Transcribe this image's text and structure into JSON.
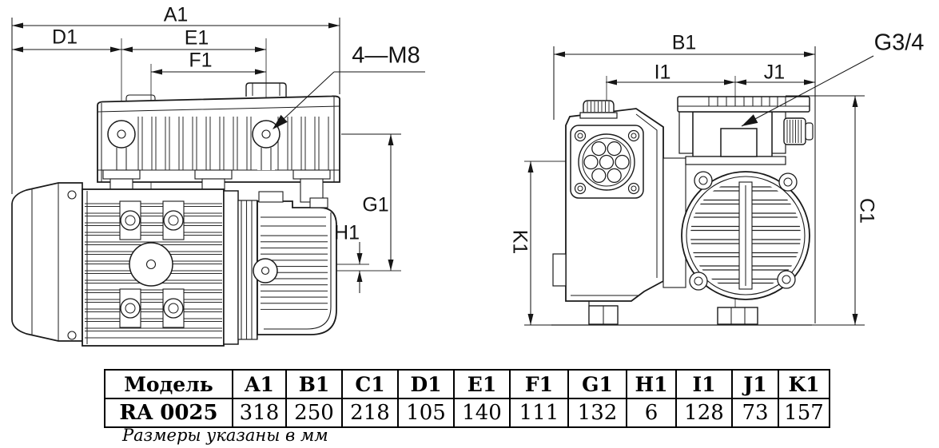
{
  "labels": {
    "a1": "A1",
    "b1": "B1",
    "c1": "C1",
    "d1": "D1",
    "e1": "E1",
    "f1": "F1",
    "g1": "G1",
    "h1": "H1",
    "i1": "I1",
    "j1": "J1",
    "k1": "K1",
    "bolt_callout": "4—M8",
    "port_callout": "G3/4"
  },
  "table": {
    "headers": [
      "Модель",
      "A1",
      "B1",
      "C1",
      "D1",
      "E1",
      "F1",
      "G1",
      "H1",
      "I1",
      "J1",
      "K1"
    ],
    "row": [
      "RA 0025",
      "318",
      "250",
      "218",
      "105",
      "140",
      "111",
      "132",
      "6",
      "128",
      "73",
      "157"
    ]
  },
  "caption": "Размеры указаны в мм",
  "colors": {
    "line": "#1a1a1a",
    "dim_line": "#161616",
    "background": "#ffffff"
  }
}
